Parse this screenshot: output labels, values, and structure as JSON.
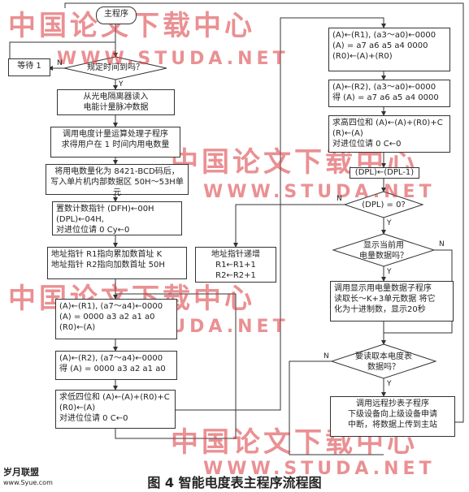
{
  "watermark": {
    "cn": "中国论文下载中心",
    "url": "WWW.STUDA.NET"
  },
  "site_logo": {
    "name": "岁月联盟",
    "url": "www.Syue.com"
  },
  "caption": "图 4   智能电度表主程序流程图",
  "labels": {
    "yes": "Y",
    "no": "N"
  },
  "left_column": {
    "start": "主程序",
    "wait": "等待 1",
    "decision_time": "规定时间到吗？",
    "read_pulse": "从光电隔离器读入\n电能计量脉冲数据",
    "calc": "调用电度计量运算处理子程序\n求得用户在 1 时间内用电数量",
    "bcd": "将用电数量化为 8421-BCD码后，\n写入单片机内部数据区  50H～53H单元",
    "counter": "置数计数指针  (DFH)←00H\n       (DPL)←04H,\n对进位位请 0  Cy←0",
    "pointer": "地址指针 R1指向累加数首址  K\n地址指针 R2指向加数首址  50H",
    "r1_read": "(A)←(R1), (a7～a4)←0000\n(A) = 0000 a3 a2 a1 a0\n(R0)←(A)",
    "r2_read": "(A)←(R2), (a7～a4)←0000\n得 (A) = 0000 a3 a2 a1 a0",
    "low_sum": "求低四位和 (A)←(A)+(R0)+C\n(R0)←(A)\n对进位位请 0   C←0"
  },
  "middle": {
    "increment": "地址指针递增\nR1←R1+1\nR2←R2+1"
  },
  "right_column": {
    "r1_high": "(A)←(R1), (a3～a0)←0000\n(A) = a7 a6 a5 a4 0000\n(R0)←(A)+(R0)",
    "r2_high": "(A)←(R2), (a3～a0)←0000\n得 (A) = a7 a6 a5 a4 0000",
    "high_sum": "求高四位和 (A)←(A)+(R0)+C\n(R)←(A)\n对进位位请 0   C←0",
    "dec_dpl": "(DPL)←(DPL-1)",
    "decision_dpl": "(DPL) = 0?",
    "decision_display": "显示当前用\n电量数据吗？",
    "display_sub": "调用显示用电量数据子程序\n读取长～K+3单元数据  将它\n化为十进制数，显示20秒",
    "decision_read": "要读取本电度表\n数据吗？",
    "remote_sub": "调用远程抄表子程序\n下级设备向上级设备申请\n中断，将数据上传到主站"
  }
}
